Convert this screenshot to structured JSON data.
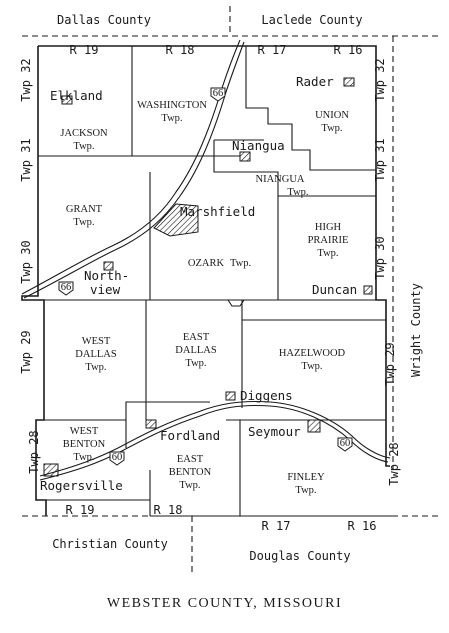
{
  "title": "WEBSTER COUNTY, MISSOURI",
  "neighbor_counties": {
    "nw": "Dallas County",
    "ne": "Laclede County",
    "east": "Wright County",
    "sw": "Christian County",
    "se": "Douglas County"
  },
  "ranges_top": [
    "R 19",
    "R 18",
    "R 17",
    "R 16"
  ],
  "ranges_bottom": [
    "R 19",
    "R 18",
    "R 17",
    "R 16"
  ],
  "townships_left": [
    "Twp 32",
    "Twp 31",
    "Twp 30",
    "Twp 29",
    "Twp 28"
  ],
  "townships_right": [
    "Twp 32",
    "Twp 31",
    "Twp 30",
    "Twp 29",
    "Twp 28"
  ],
  "civil_townships": [
    {
      "line1": "JACKSON",
      "line2": "Twp."
    },
    {
      "line1": "WASHINGTON",
      "line2": "Twp."
    },
    {
      "line1": "UNION",
      "line2": "Twp."
    },
    {
      "line1": "NIANGUA",
      "line2": "Twp."
    },
    {
      "line1": "GRANT",
      "line2": "Twp."
    },
    {
      "line1": "OZARK",
      "line2": "Twp."
    },
    {
      "line1": "HIGH",
      "line2": "PRAIRIE",
      "line3": "Twp."
    },
    {
      "line1": "WEST",
      "line2": "DALLAS",
      "line3": "Twp."
    },
    {
      "line1": "EAST",
      "line2": "DALLAS",
      "line3": "Twp."
    },
    {
      "line1": "HAZELWOOD",
      "line2": "Twp."
    },
    {
      "line1": "WEST",
      "line2": "BENTON",
      "line3": "Twp."
    },
    {
      "line1": "EAST",
      "line2": "BENTON",
      "line3": "Twp."
    },
    {
      "line1": "FINLEY",
      "line2": "Twp."
    }
  ],
  "towns": [
    "Elkland",
    "Rader",
    "Niangua",
    "Marshfield",
    "North-",
    "view",
    "Duncan",
    "Diggens",
    "Fordland",
    "Seymour",
    "Rogersville"
  ],
  "highway_shields": [
    "66",
    "66",
    "60",
    "60"
  ]
}
